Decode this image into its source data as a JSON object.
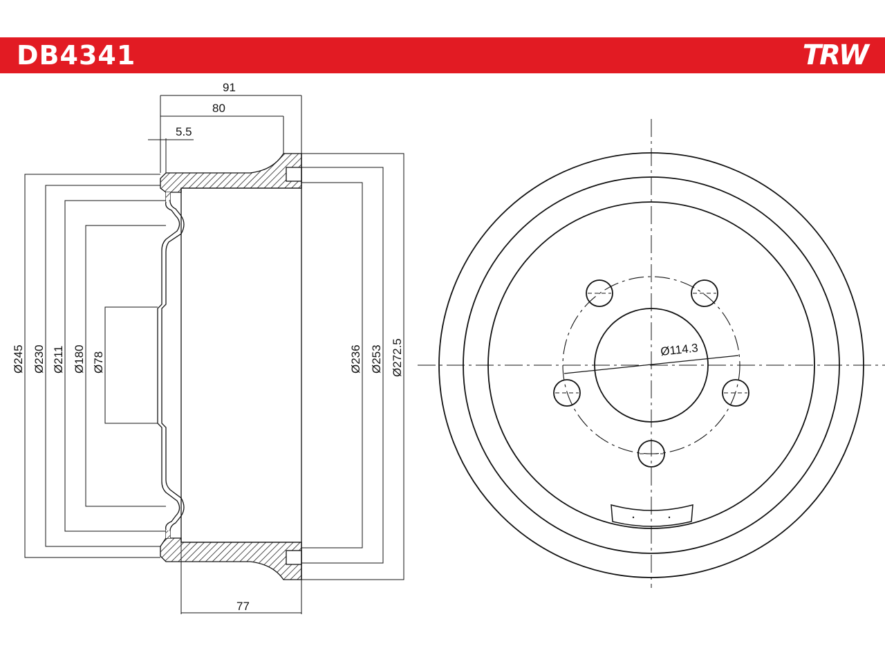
{
  "header": {
    "part_number": "DB4341",
    "brand": "TRW",
    "bar_color": "#e21b23"
  },
  "side_view": {
    "top_dimensions": {
      "overall_width": "91",
      "inner_width": "80",
      "flange_thickness": "5.5"
    },
    "bottom_dimensions": {
      "inner_depth": "77"
    },
    "left_diameters": {
      "d1": "Ø245",
      "d2": "Ø230",
      "d3": "Ø211",
      "d4": "Ø180",
      "d5": "Ø78"
    },
    "right_diameters": {
      "d1": "Ø236",
      "d2": "Ø253",
      "d3": "Ø272.5"
    }
  },
  "front_view": {
    "bolt_circle": "Ø114.3",
    "bolt_holes": 5
  }
}
